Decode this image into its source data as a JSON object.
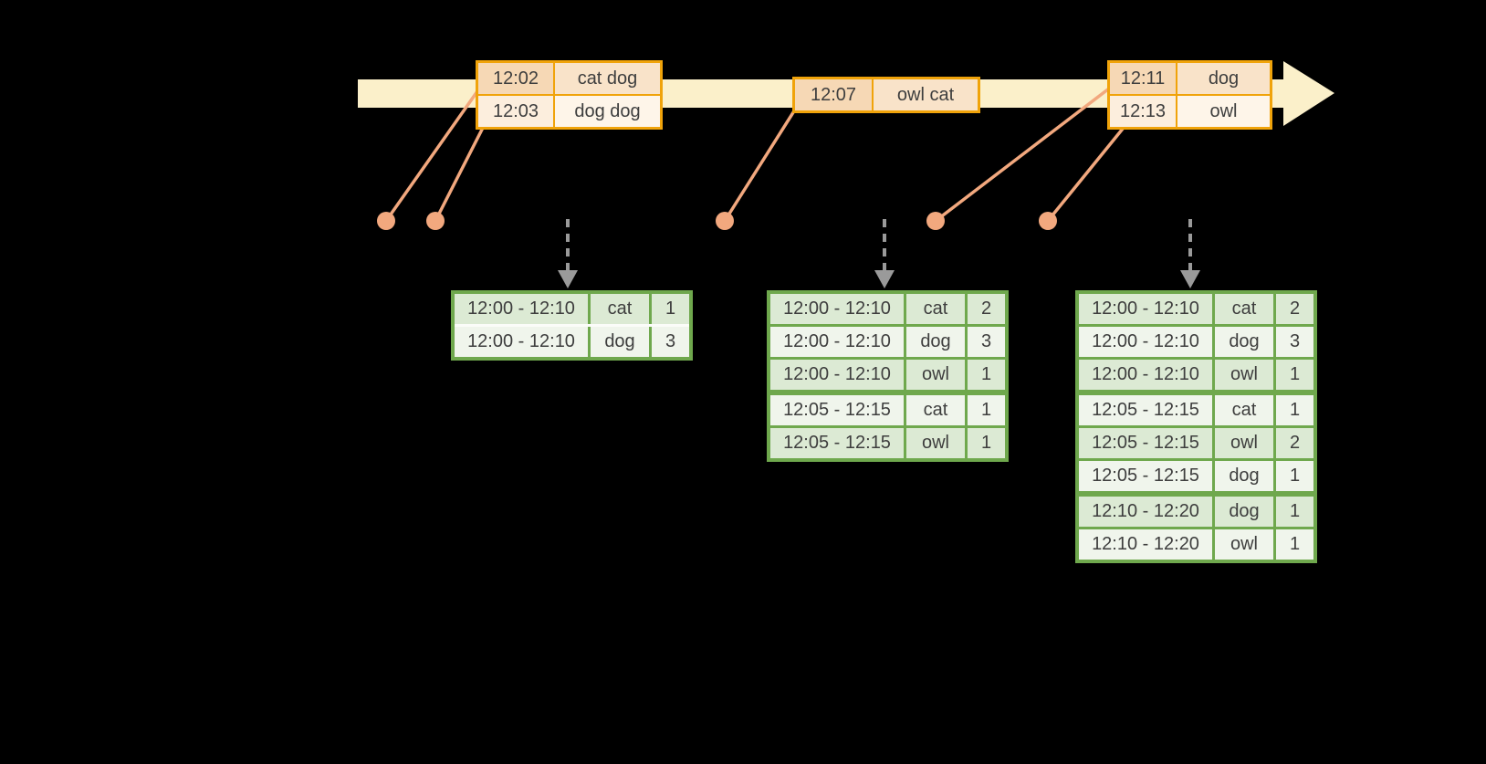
{
  "colors": {
    "background": "#000000",
    "timeline_fill": "#fbf0ca",
    "event_table_border": "#f0a30a",
    "event_row_peach_time": "#f6d8b5",
    "event_row_peach_words": "#f9e3c9",
    "event_row_cream_time": "#fceedd",
    "event_row_cream_words": "#fef5e9",
    "event_marker": "#f2a87e",
    "result_table_border": "#6fa84d",
    "result_row_green": "#dcead4",
    "result_row_light": "#f0f5ec",
    "trigger_arrow": "#9a9a9a",
    "text": "#3e3e3e"
  },
  "event_tables": [
    {
      "id": "events-1",
      "rows": [
        {
          "time": "12:02",
          "words": "cat dog"
        },
        {
          "time": "12:03",
          "words": "dog dog"
        }
      ]
    },
    {
      "id": "events-2",
      "rows": [
        {
          "time": "12:07",
          "words": "owl cat"
        }
      ]
    },
    {
      "id": "events-3",
      "rows": [
        {
          "time": "12:11",
          "words": "dog"
        },
        {
          "time": "12:13",
          "words": "owl"
        }
      ]
    }
  ],
  "result_tables": [
    {
      "id": "counts-1",
      "rows": [
        {
          "window": "12:00 - 12:10",
          "word": "cat",
          "count": "1"
        },
        {
          "window": "12:00 - 12:10",
          "word": "dog",
          "count": "3"
        }
      ]
    },
    {
      "id": "counts-2",
      "rows": [
        {
          "window": "12:00 - 12:10",
          "word": "cat",
          "count": "2"
        },
        {
          "window": "12:00 - 12:10",
          "word": "dog",
          "count": "3"
        },
        {
          "window": "12:00 - 12:10",
          "word": "owl",
          "count": "1"
        },
        {
          "window": "12:05 - 12:15",
          "word": "cat",
          "count": "1"
        },
        {
          "window": "12:05 - 12:15",
          "word": "owl",
          "count": "1"
        }
      ]
    },
    {
      "id": "counts-3",
      "rows": [
        {
          "window": "12:00 - 12:10",
          "word": "cat",
          "count": "2"
        },
        {
          "window": "12:00 - 12:10",
          "word": "dog",
          "count": "3"
        },
        {
          "window": "12:00 - 12:10",
          "word": "owl",
          "count": "1"
        },
        {
          "window": "12:05 - 12:15",
          "word": "cat",
          "count": "1"
        },
        {
          "window": "12:05 - 12:15",
          "word": "owl",
          "count": "2"
        },
        {
          "window": "12:05 - 12:15",
          "word": "dog",
          "count": "1"
        },
        {
          "window": "12:10 - 12:20",
          "word": "dog",
          "count": "1"
        },
        {
          "window": "12:10 - 12:20",
          "word": "owl",
          "count": "1"
        }
      ]
    }
  ]
}
